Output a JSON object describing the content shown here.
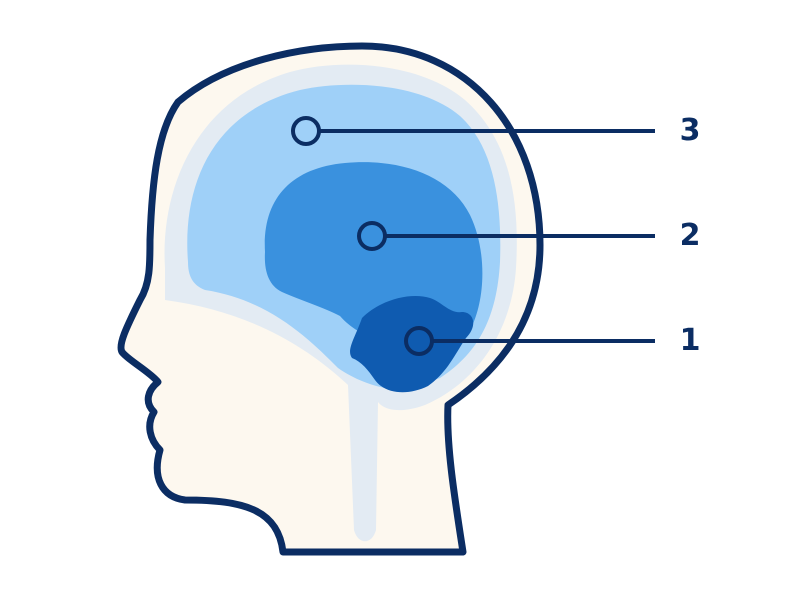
{
  "colors": {
    "outline": "#0b2d63",
    "skin": "#fdf8ef",
    "skull_band": "#e3ebf3",
    "region_3": "#9fd0f8",
    "region_2": "#3a91de",
    "region_1": "#0f5bb0"
  },
  "callouts": [
    {
      "number": "3"
    },
    {
      "number": "2"
    },
    {
      "number": "1"
    }
  ]
}
